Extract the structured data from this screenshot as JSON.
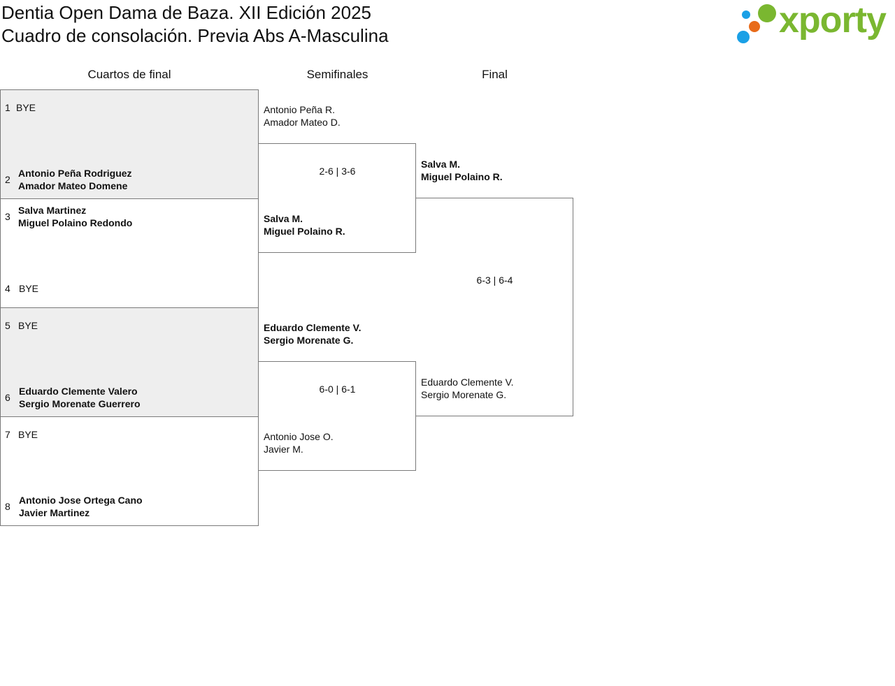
{
  "header": {
    "title_line1": "Dentia Open Dama de Baza. XII Edición 2025",
    "title_line2": "Cuadro de consolación. Previa Abs A-Masculina",
    "logo_text": "xporty",
    "logo_dot_colors": [
      "#1aa0e6",
      "#e86b1a",
      "#7ab730",
      "#1aa0e6"
    ]
  },
  "rounds": {
    "quarterfinals": "Cuartos de final",
    "semifinals": "Semifinales",
    "final": "Final"
  },
  "quarterfinals": [
    {
      "seed": "1",
      "line1": "BYE",
      "line2": ""
    },
    {
      "seed": "2",
      "line1": "Antonio Peña Rodriguez",
      "line2": "Amador Mateo Domene"
    },
    {
      "seed": "3",
      "line1": "Salva Martinez",
      "line2": "Miguel Polaino Redondo"
    },
    {
      "seed": "4",
      "line1": "BYE",
      "line2": ""
    },
    {
      "seed": "5",
      "line1": "BYE",
      "line2": ""
    },
    {
      "seed": "6",
      "line1": "Eduardo Clemente Valero",
      "line2": "Sergio Morenate Guerrero"
    },
    {
      "seed": "7",
      "line1": "BYE",
      "line2": ""
    },
    {
      "seed": "8",
      "line1": "Antonio Jose Ortega Cano",
      "line2": "Javier Martinez"
    }
  ],
  "semifinals": [
    {
      "line1": "Antonio Peña R.",
      "line2": "Amador Mateo D."
    },
    {
      "line1": "Salva M.",
      "line2": "Miguel Polaino R."
    },
    {
      "line1": "Eduardo Clemente V.",
      "line2": "Sergio Morenate G."
    },
    {
      "line1": "Antonio Jose O.",
      "line2": "Javier M."
    }
  ],
  "semifinal_scores": [
    "2-6 | 3-6",
    "6-0 | 6-1"
  ],
  "final": [
    {
      "line1": "Salva M.",
      "line2": "Miguel Polaino R."
    },
    {
      "line1": "Eduardo Clemente V.",
      "line2": "Sergio Morenate G."
    }
  ],
  "final_score": "6-3 | 6-4"
}
